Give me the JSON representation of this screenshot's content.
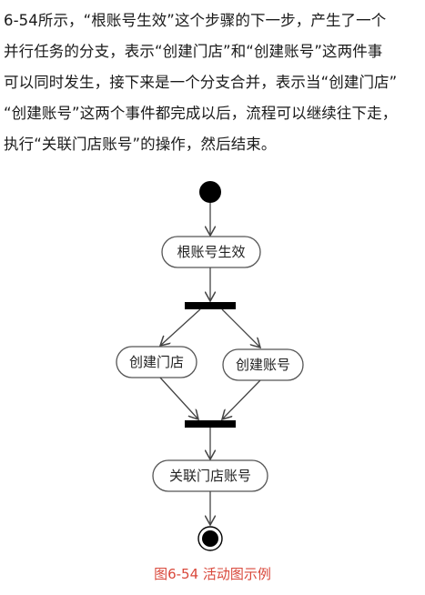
{
  "paragraph": {
    "lines": [
      "6-54所示，“根账号生效”这个步骤的下一步，产生了一个",
      "并行任务的分支，表示“创建门店”和“创建账号”这两件事",
      "可以同时发生，接下来是一个分支合并，表示当“创建门店”",
      "“创建账号”这两个事件都完成以后，流程可以继续往下走，",
      "执行“关联门店账号”的操作，然后结束。"
    ]
  },
  "diagram": {
    "nodes": {
      "root_account": "根账号生效",
      "create_store": "创建门店",
      "create_account": "创建账号",
      "link_store_account": "关联门店账号"
    }
  },
  "caption": "图6-54 活动图示例",
  "colors": {
    "caption": "#d9483b",
    "stroke": "#444444",
    "bar": "#000000"
  }
}
